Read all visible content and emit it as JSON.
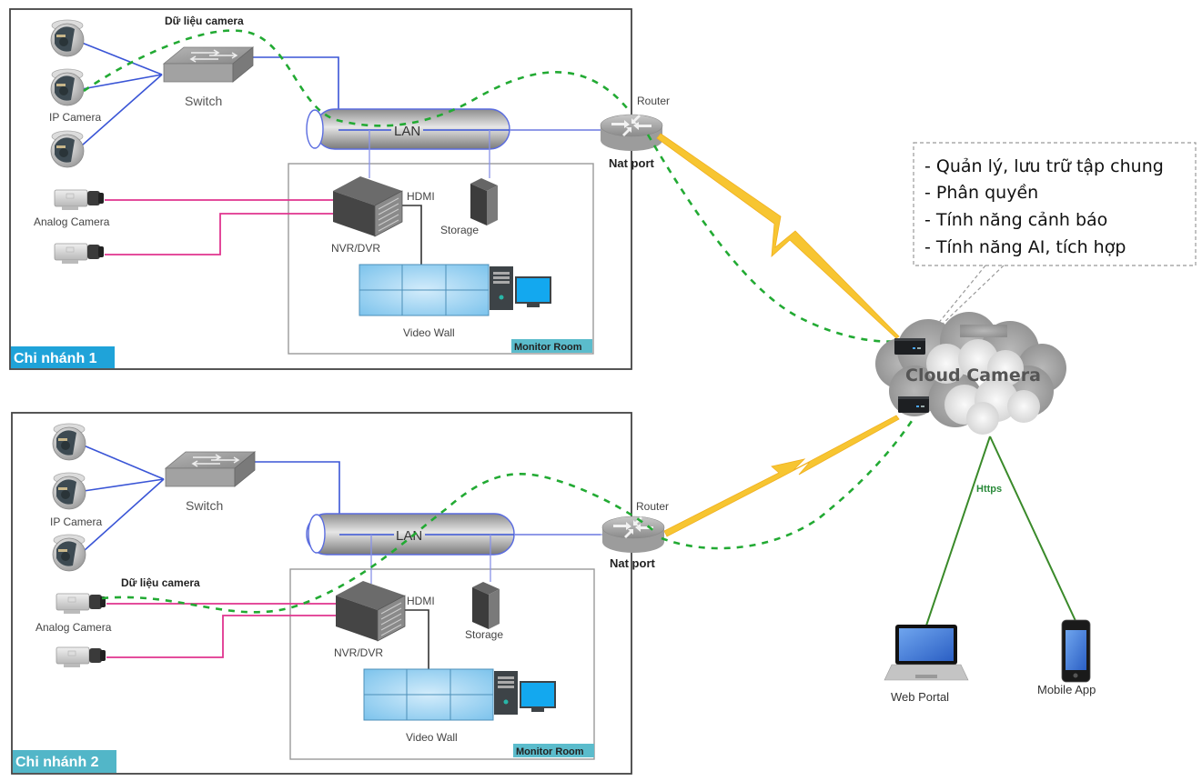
{
  "diagram": {
    "colors": {
      "ip_link": "#3a55d6",
      "analog_link": "#e0348f",
      "data_flow": "#22aa33",
      "wan_link": "#f7c531",
      "https_link": "#3a8a2a",
      "branch_tag_1": "#1fa3d9",
      "branch_tag_2": "#52b6c8",
      "monitor_room_tag": "#5bbccc"
    },
    "branches": [
      {
        "name": "Chi nhánh 1",
        "data_flow_label": "Dữ liệu camera",
        "ip_camera_label": "IP Camera",
        "analog_camera_label": "Analog Camera",
        "switch_label": "Switch",
        "lan_label": "LAN",
        "nvr_label": "NVR/DVR",
        "hdmi_label": "HDMI",
        "storage_label": "Storage",
        "video_wall_label": "Video Wall",
        "monitor_room_label": "Monitor Room",
        "router_label": "Router",
        "nat_label": "Nat port"
      },
      {
        "name": "Chi nhánh 2",
        "data_flow_label": "Dữ liệu camera",
        "ip_camera_label": "IP Camera",
        "analog_camera_label": "Analog Camera",
        "switch_label": "Switch",
        "lan_label": "LAN",
        "nvr_label": "NVR/DVR",
        "hdmi_label": "HDMI",
        "storage_label": "Storage",
        "video_wall_label": "Video Wall",
        "monitor_room_label": "Monitor Room",
        "router_label": "Router",
        "nat_label": "Nat port"
      }
    ],
    "cloud": {
      "label": "Cloud Camera",
      "features": [
        "- Quản lý, lưu trữ tập chung",
        "- Phân quyền",
        "- Tính năng cảnh báo",
        "- Tính năng AI, tích hợp"
      ]
    },
    "clients": {
      "protocol_label": "Https",
      "web_label": "Web Portal",
      "mobile_label": "Mobile App"
    }
  }
}
